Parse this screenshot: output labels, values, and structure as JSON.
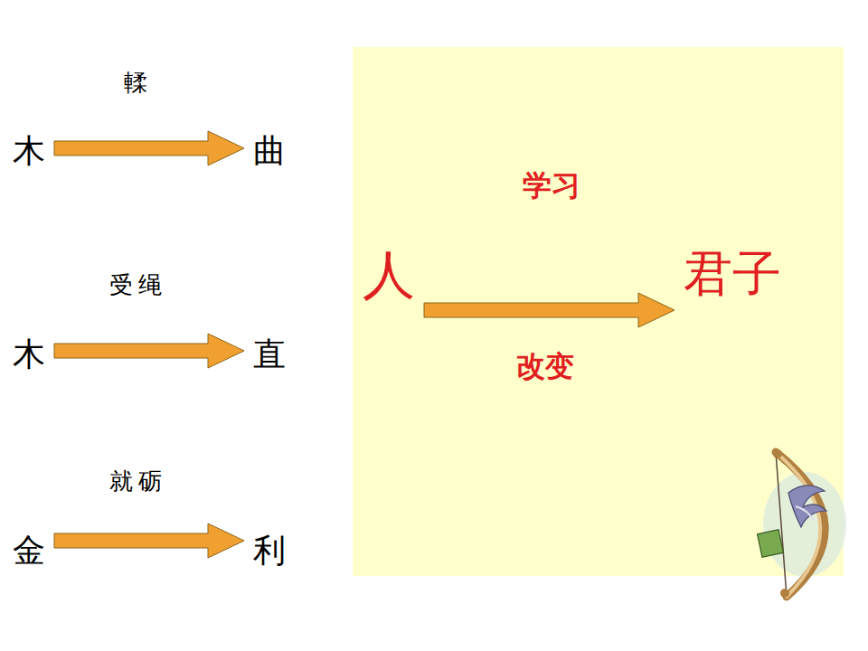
{
  "diagram": {
    "nodes": [
      {
        "text": [
          "木"
        ]
      },
      {
        "text": [
          "曲"
        ]
      },
      {
        "text": [
          "木"
        ]
      },
      {
        "text": [
          "直"
        ]
      },
      {
        "text": [
          "金"
        ]
      },
      {
        "text": [
          "利"
        ]
      },
      {
        "text": [
          "人"
        ]
      },
      {
        "text": [
          "君子"
        ]
      }
    ],
    "edges": [
      {
        "from": 0,
        "to": 1,
        "arrow": "to",
        "label": "輮"
      },
      {
        "from": 2,
        "to": 3,
        "arrow": "to",
        "label": "受 绳"
      },
      {
        "from": 4,
        "to": 5,
        "arrow": "to",
        "label": "就 砺"
      },
      {
        "from": 6,
        "to": 7,
        "arrow": "to",
        "label": "学习"
      }
    ],
    "labels": [
      "改变"
    ]
  }
}
